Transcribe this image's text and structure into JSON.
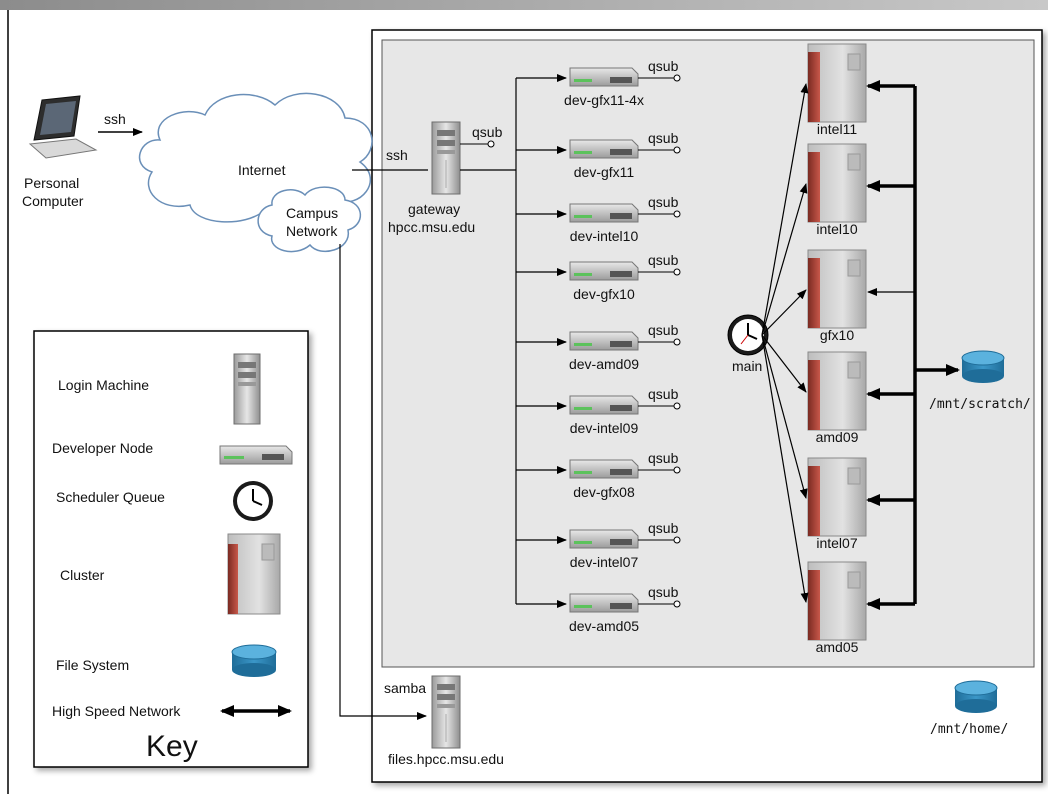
{
  "internet": {
    "ssh_label": "ssh",
    "cloud_label": "Internet",
    "campus_label_1": "Campus",
    "campus_label_2": "Network"
  },
  "personal": {
    "label_1": "Personal",
    "label_2": "Computer"
  },
  "gateway": {
    "ssh_label": "ssh",
    "qsub_label": "qsub",
    "name": "gateway",
    "host": "hpcc.msu.edu"
  },
  "dev_nodes": [
    {
      "name": "dev-gfx11-4x",
      "qsub": "qsub"
    },
    {
      "name": "dev-gfx11",
      "qsub": "qsub"
    },
    {
      "name": "dev-intel10",
      "qsub": "qsub"
    },
    {
      "name": "dev-gfx10",
      "qsub": "qsub"
    },
    {
      "name": "dev-amd09",
      "qsub": "qsub"
    },
    {
      "name": "dev-intel09",
      "qsub": "qsub"
    },
    {
      "name": "dev-gfx08",
      "qsub": "qsub"
    },
    {
      "name": "dev-intel07",
      "qsub": "qsub"
    },
    {
      "name": "dev-amd05",
      "qsub": "qsub"
    }
  ],
  "scheduler": {
    "label": "main"
  },
  "clusters": [
    "intel11",
    "intel10",
    "gfx10",
    "amd09",
    "intel07",
    "amd05"
  ],
  "filesystems": {
    "scratch": "/mnt/scratch/",
    "home": "/mnt/home/"
  },
  "samba": {
    "label": "samba",
    "host": "files.hpcc.msu.edu"
  },
  "key": {
    "title": "Key",
    "items": [
      "Login Machine",
      "Developer Node",
      "Scheduler Queue",
      "Cluster",
      "File System",
      "High Speed Network"
    ]
  }
}
